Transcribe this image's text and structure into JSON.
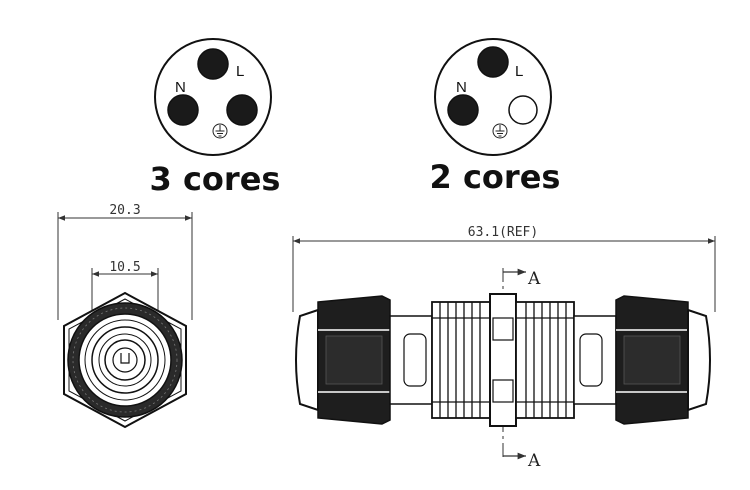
{
  "pinouts": [
    {
      "title": "3 cores",
      "pin_l": "L",
      "pin_n": "N"
    },
    {
      "title": "2 cores",
      "pin_l": "L",
      "pin_n": "N"
    }
  ],
  "front_view": {
    "outer_dim": "20.3",
    "inner_dim": "10.5"
  },
  "side_view": {
    "length_dim": "63.1(REF)",
    "section_top": "A",
    "section_bottom": "A"
  }
}
